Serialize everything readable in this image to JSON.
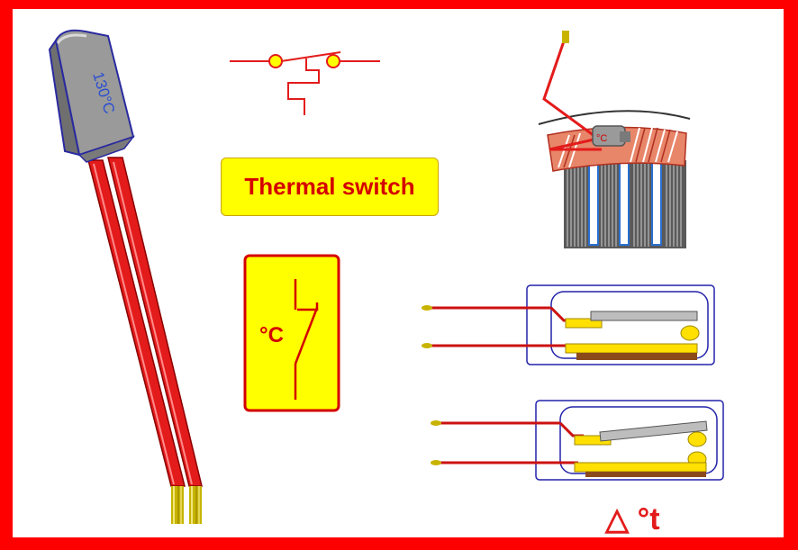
{
  "title": "Thermal switch",
  "sensor_rating_label": "130°C",
  "symbol_unit_label": "°C",
  "motor_sensor_label": "°C",
  "delta_label": "△ °t"
}
